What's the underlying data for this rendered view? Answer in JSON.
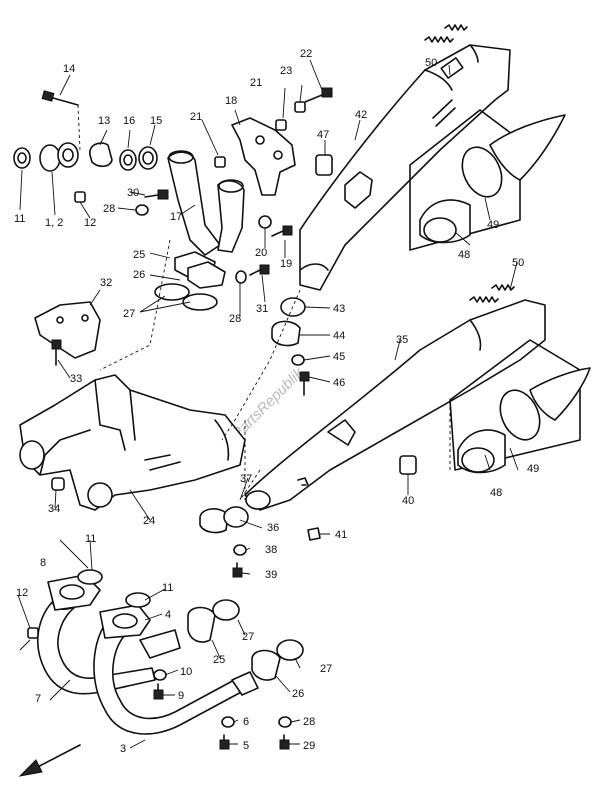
{
  "watermark": "PartsRepublik",
  "callouts": [
    "14",
    "22",
    "23",
    "21",
    "50",
    "13",
    "16",
    "15",
    "18",
    "21",
    "42",
    "47",
    "11",
    "1, 2",
    "12",
    "30",
    "28",
    "17",
    "20",
    "19",
    "49",
    "48",
    "50",
    "25",
    "26",
    "32",
    "31",
    "43",
    "27",
    "28",
    "44",
    "35",
    "45",
    "46",
    "33",
    "34",
    "24",
    "37",
    "40",
    "49",
    "48",
    "36",
    "41",
    "11",
    "38",
    "39",
    "8",
    "11",
    "12",
    "4",
    "27",
    "10",
    "25",
    "27",
    "9",
    "26",
    "7",
    "6",
    "28",
    "3",
    "5",
    "29"
  ]
}
